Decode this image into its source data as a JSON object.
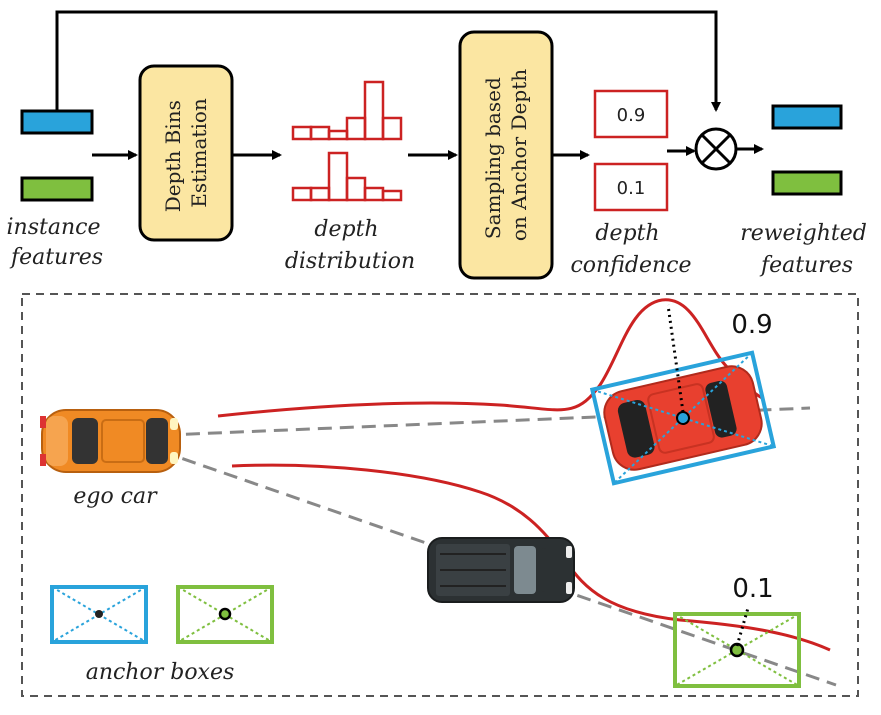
{
  "labels": {
    "instance_features": [
      "instance",
      "features"
    ],
    "depth_bins_estimation": [
      "Depth Bins",
      "Estimation"
    ],
    "depth_distribution": [
      "depth",
      "distribution"
    ],
    "sampling": [
      "Sampling based",
      "on Anchor Depth"
    ],
    "depth_confidence": [
      "depth",
      "confidence"
    ],
    "reweighted_features": [
      "reweighted",
      "features"
    ],
    "ego_car": "ego car",
    "anchor_boxes": "anchor boxes"
  },
  "confidence_values": {
    "high": "0.9",
    "low": "0.1"
  },
  "scene_values": {
    "near_box": "0.9",
    "far_box": "0.1"
  },
  "colors": {
    "blue": "#29a3db",
    "green": "#7fbf3f",
    "red": "#cc2222",
    "yellow_box": "#fbe6a2",
    "ego_car": "#f08a24",
    "red_car": "#e8402f",
    "dark_car": "#2c3133"
  },
  "icons": {
    "multiply": "circled-times-icon"
  }
}
